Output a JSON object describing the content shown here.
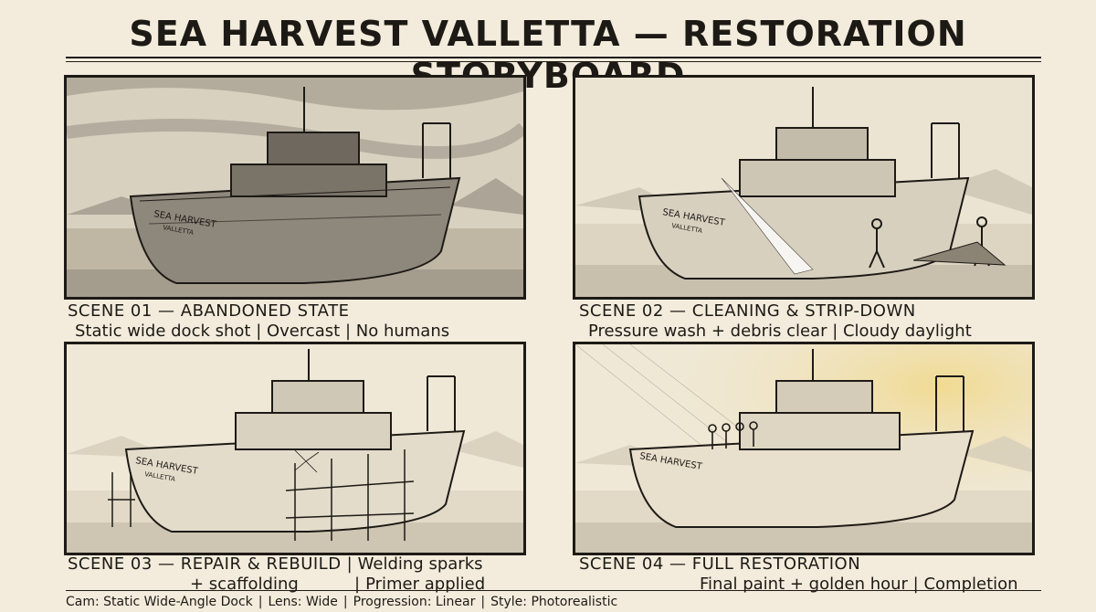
{
  "title": "Sea Harvest Valletta — Restoration Storyboard",
  "ship_name": "SEA HARVEST",
  "ship_port": "VALLETTA",
  "scenes": [
    {
      "heading": "Scene 01 — Abandoned State",
      "detail": "Static wide dock shot | Overcast | No humans"
    },
    {
      "heading": "Scene 02 — Cleaning & Strip-Down",
      "detail": "Pressure wash + debris clear | Cloudy daylight"
    },
    {
      "heading": "Scene 03 — Repair & Rebuild",
      "heading_cont": "+ scaffolding",
      "detail_a": "Welding sparks",
      "detail_b": "Primer applied"
    },
    {
      "heading": "Scene 04 — Full Restoration",
      "detail": "Final paint + golden hour | Completion"
    }
  ],
  "footer": {
    "cam": "Cam: Static Wide-Angle Dock",
    "lens": "Lens: Wide",
    "progression": "Progression: Linear",
    "style": "Style: Photorealistic"
  },
  "colors": {
    "ink": "#1d1a16",
    "paper": "#f3ecdc",
    "golden": "#f1d98a"
  }
}
